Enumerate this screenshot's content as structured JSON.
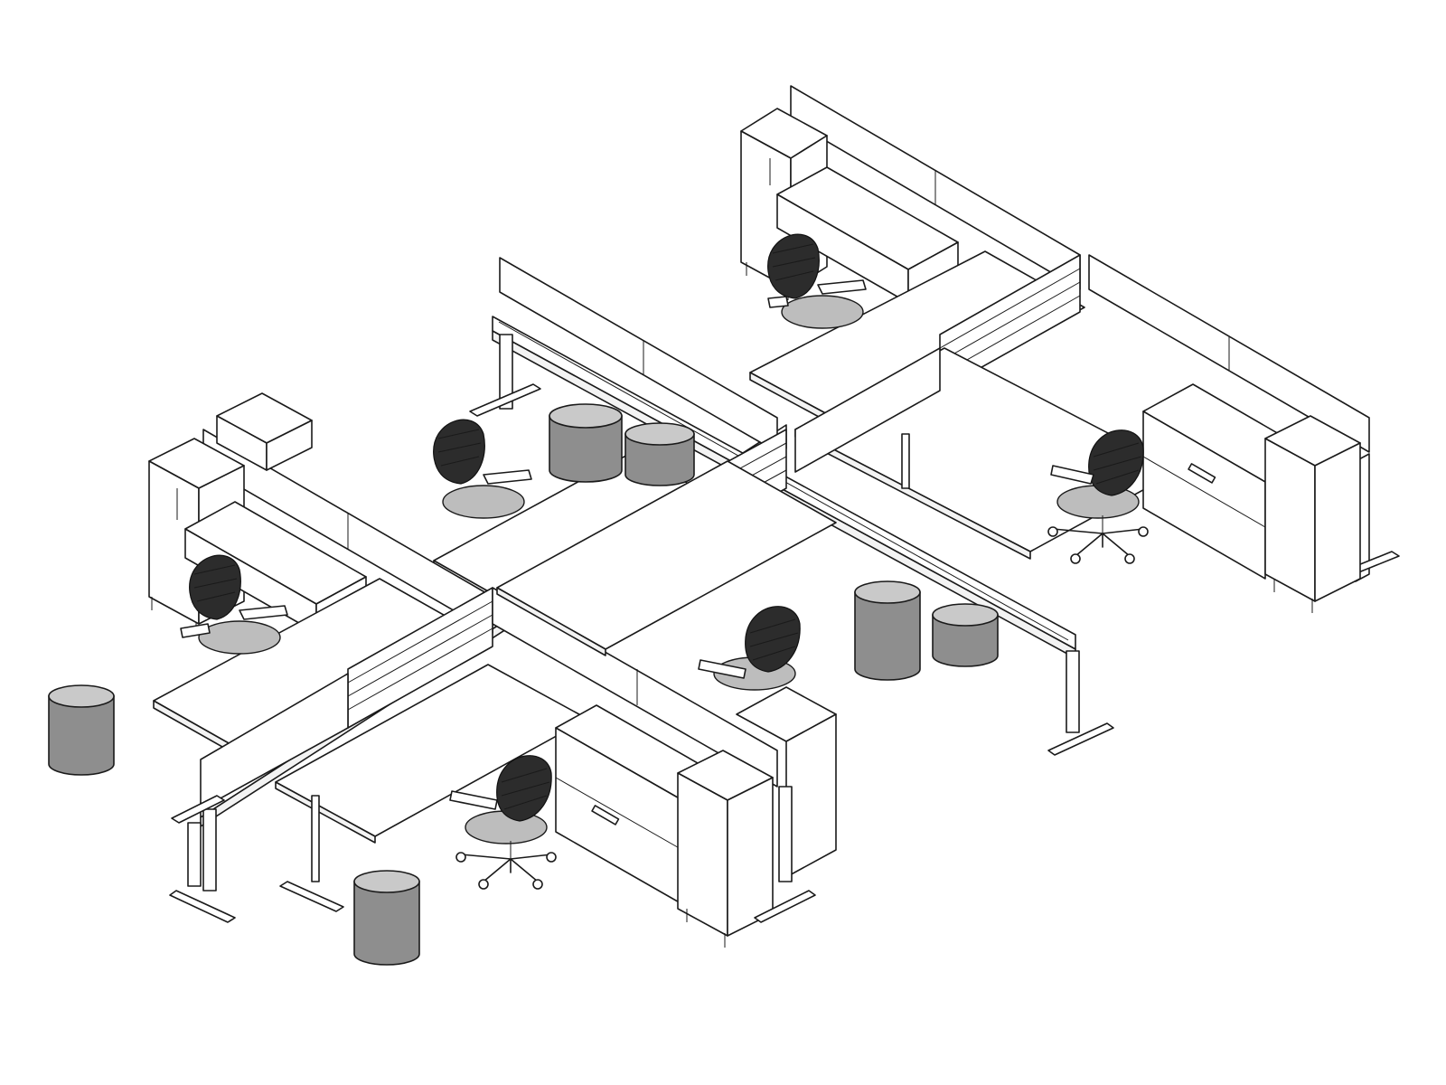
{
  "scene": {
    "background": "#ffffff",
    "line_color": "#1a1a1a",
    "ottoman_body_color": "#8e8e8e",
    "ottoman_top_color": "#c9c9c9",
    "chair_mesh_color": "#2c2c2c",
    "chair_seat_color": "#bdbdbd",
    "workstations": [
      {
        "id": "ws-left",
        "label": ""
      },
      {
        "id": "ws-center-top",
        "label": ""
      },
      {
        "id": "ws-center-bottom",
        "label": ""
      },
      {
        "id": "ws-right-top",
        "label": ""
      },
      {
        "id": "ws-right-bottom",
        "label": ""
      }
    ],
    "chairs": [
      {
        "id": "chair-1"
      },
      {
        "id": "chair-2"
      },
      {
        "id": "chair-3"
      },
      {
        "id": "chair-4"
      },
      {
        "id": "chair-5"
      },
      {
        "id": "chair-6"
      }
    ],
    "ottomans": [
      {
        "id": "ottoman-1"
      },
      {
        "id": "ottoman-2"
      },
      {
        "id": "ottoman-3"
      },
      {
        "id": "ottoman-4"
      },
      {
        "id": "ottoman-5"
      },
      {
        "id": "ottoman-6"
      }
    ]
  }
}
